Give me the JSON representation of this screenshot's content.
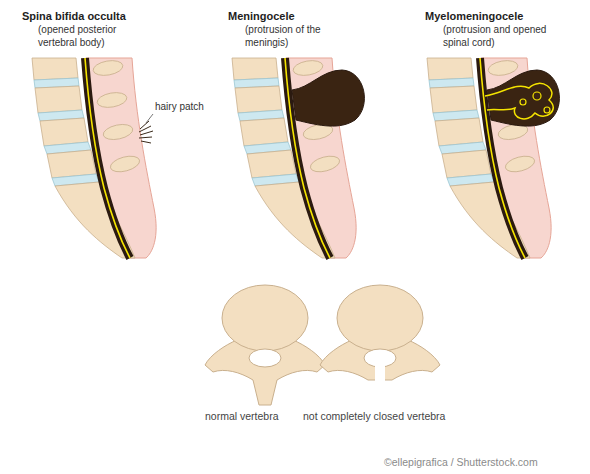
{
  "diagram": {
    "labels": [
      "Spina bifida occulta",
      "(opened posterior vertebral body)",
      "hairy patch",
      "Meningocele",
      "(protrusion of the meningis)",
      "Myelomeningocele",
      "(protrusion and opened spinal cord)",
      "normal vertebra",
      "not completely closed vertebra",
      "©ellepigrafica / Shutterstock.com"
    ]
  }
}
